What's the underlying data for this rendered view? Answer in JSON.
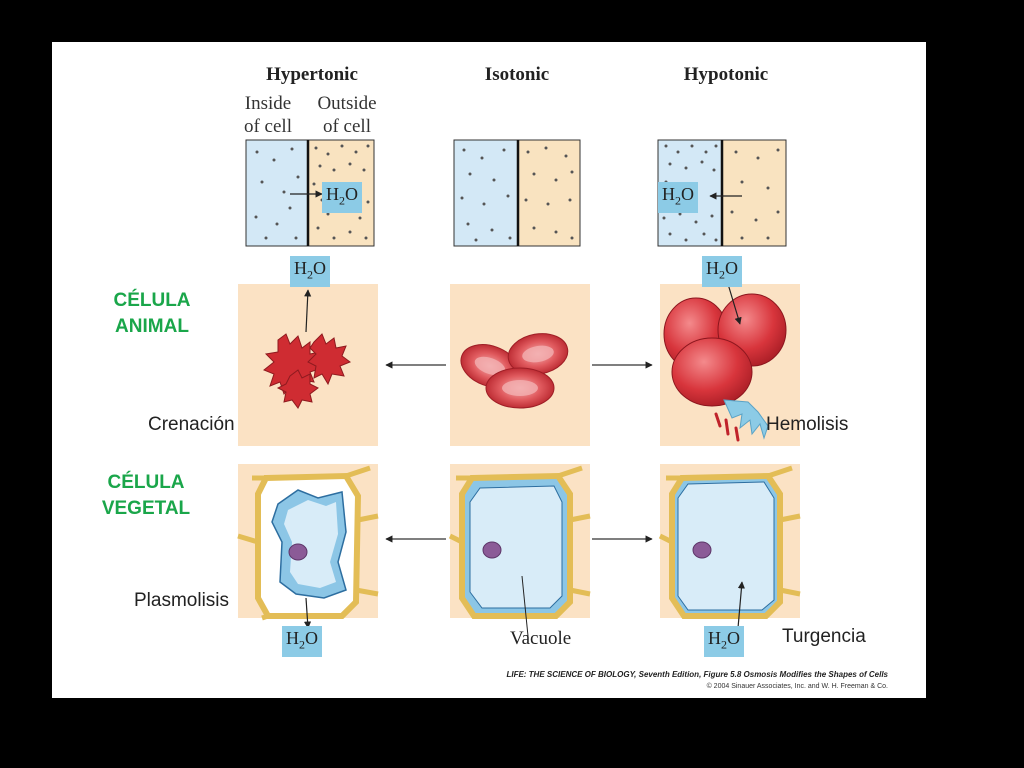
{
  "columns": {
    "hypertonic": {
      "title": "Hypertonic",
      "inside_line1": "Inside",
      "inside_line2": "of cell",
      "outside_line1": "Outside",
      "outside_line2": "of cell"
    },
    "isotonic": {
      "title": "Isotonic"
    },
    "hypotonic": {
      "title": "Hypotonic"
    }
  },
  "rows": {
    "animal": {
      "line1": "CÉLULA",
      "line2": "ANIMAL"
    },
    "plant": {
      "line1": "CÉLULA",
      "line2": "VEGETAL"
    }
  },
  "water": {
    "base": "H",
    "subscript": "2",
    "tail": "O"
  },
  "labels": {
    "crenation": "Crenación",
    "hemolysis": "Hemolisis",
    "plasmolysis": "Plasmolisis",
    "vacuole": "Vacuole",
    "turgor": "Turgencia"
  },
  "caption": {
    "line1": "LIFE: THE SCIENCE OF BIOLOGY, Seventh Edition, Figure 5.8 Osmosis Modifies the Shapes of Cells",
    "line2": "© 2004 Sinauer Associates, Inc. and W. H. Freeman & Co."
  },
  "colors": {
    "inside_fill": "#d3e8f6",
    "outside_fill": "#f9e3c0",
    "panel_fill": "#fbe2c4",
    "green_label": "#1aa64a",
    "water_badge": "#8ccbe6",
    "red_cell": "#d6333a",
    "cell_wall": "#e3bd56"
  }
}
